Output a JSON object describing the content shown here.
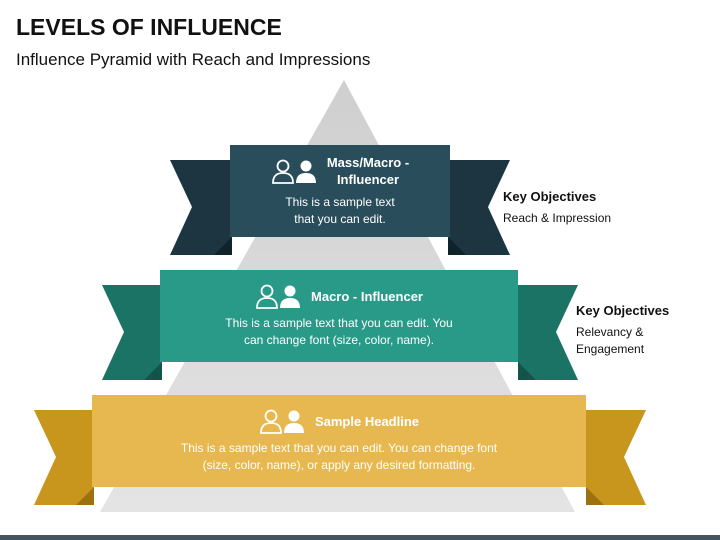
{
  "title": "LEVELS OF INFLUENCE",
  "subtitle": "Influence Pyramid with Reach and Impressions",
  "levels": [
    {
      "heading_line1": "Mass/Macro -",
      "heading_line2": "Influencer",
      "text_line1": "This is a sample text",
      "text_line2": "that you can edit.",
      "color": "#2a4d5c",
      "tail_color": "#1c3540",
      "objective_title": "Key Objectives",
      "objective_line1": "Reach & Impression",
      "icon": "users-icon"
    },
    {
      "heading": "Macro - Influencer",
      "text_line1": "This is a sample text that you can edit. You",
      "text_line2": "can change font (size, color, name).",
      "color": "#2a9a88",
      "tail_color": "#1b7366",
      "objective_title": "Key Objectives",
      "objective_line1": "Relevancy &",
      "objective_line2": "Engagement",
      "icon": "users-icon"
    },
    {
      "heading": "Sample Headline",
      "text_line1": "This is a sample text that you can edit. You can change font",
      "text_line2": "(size, color, name), or apply any desired formatting.",
      "color": "#e7b84f",
      "tail_color": "#c8961d",
      "icon": "users-icon"
    }
  ],
  "pyramid_color": "#d4d4d4",
  "footer_color": "#46535f"
}
